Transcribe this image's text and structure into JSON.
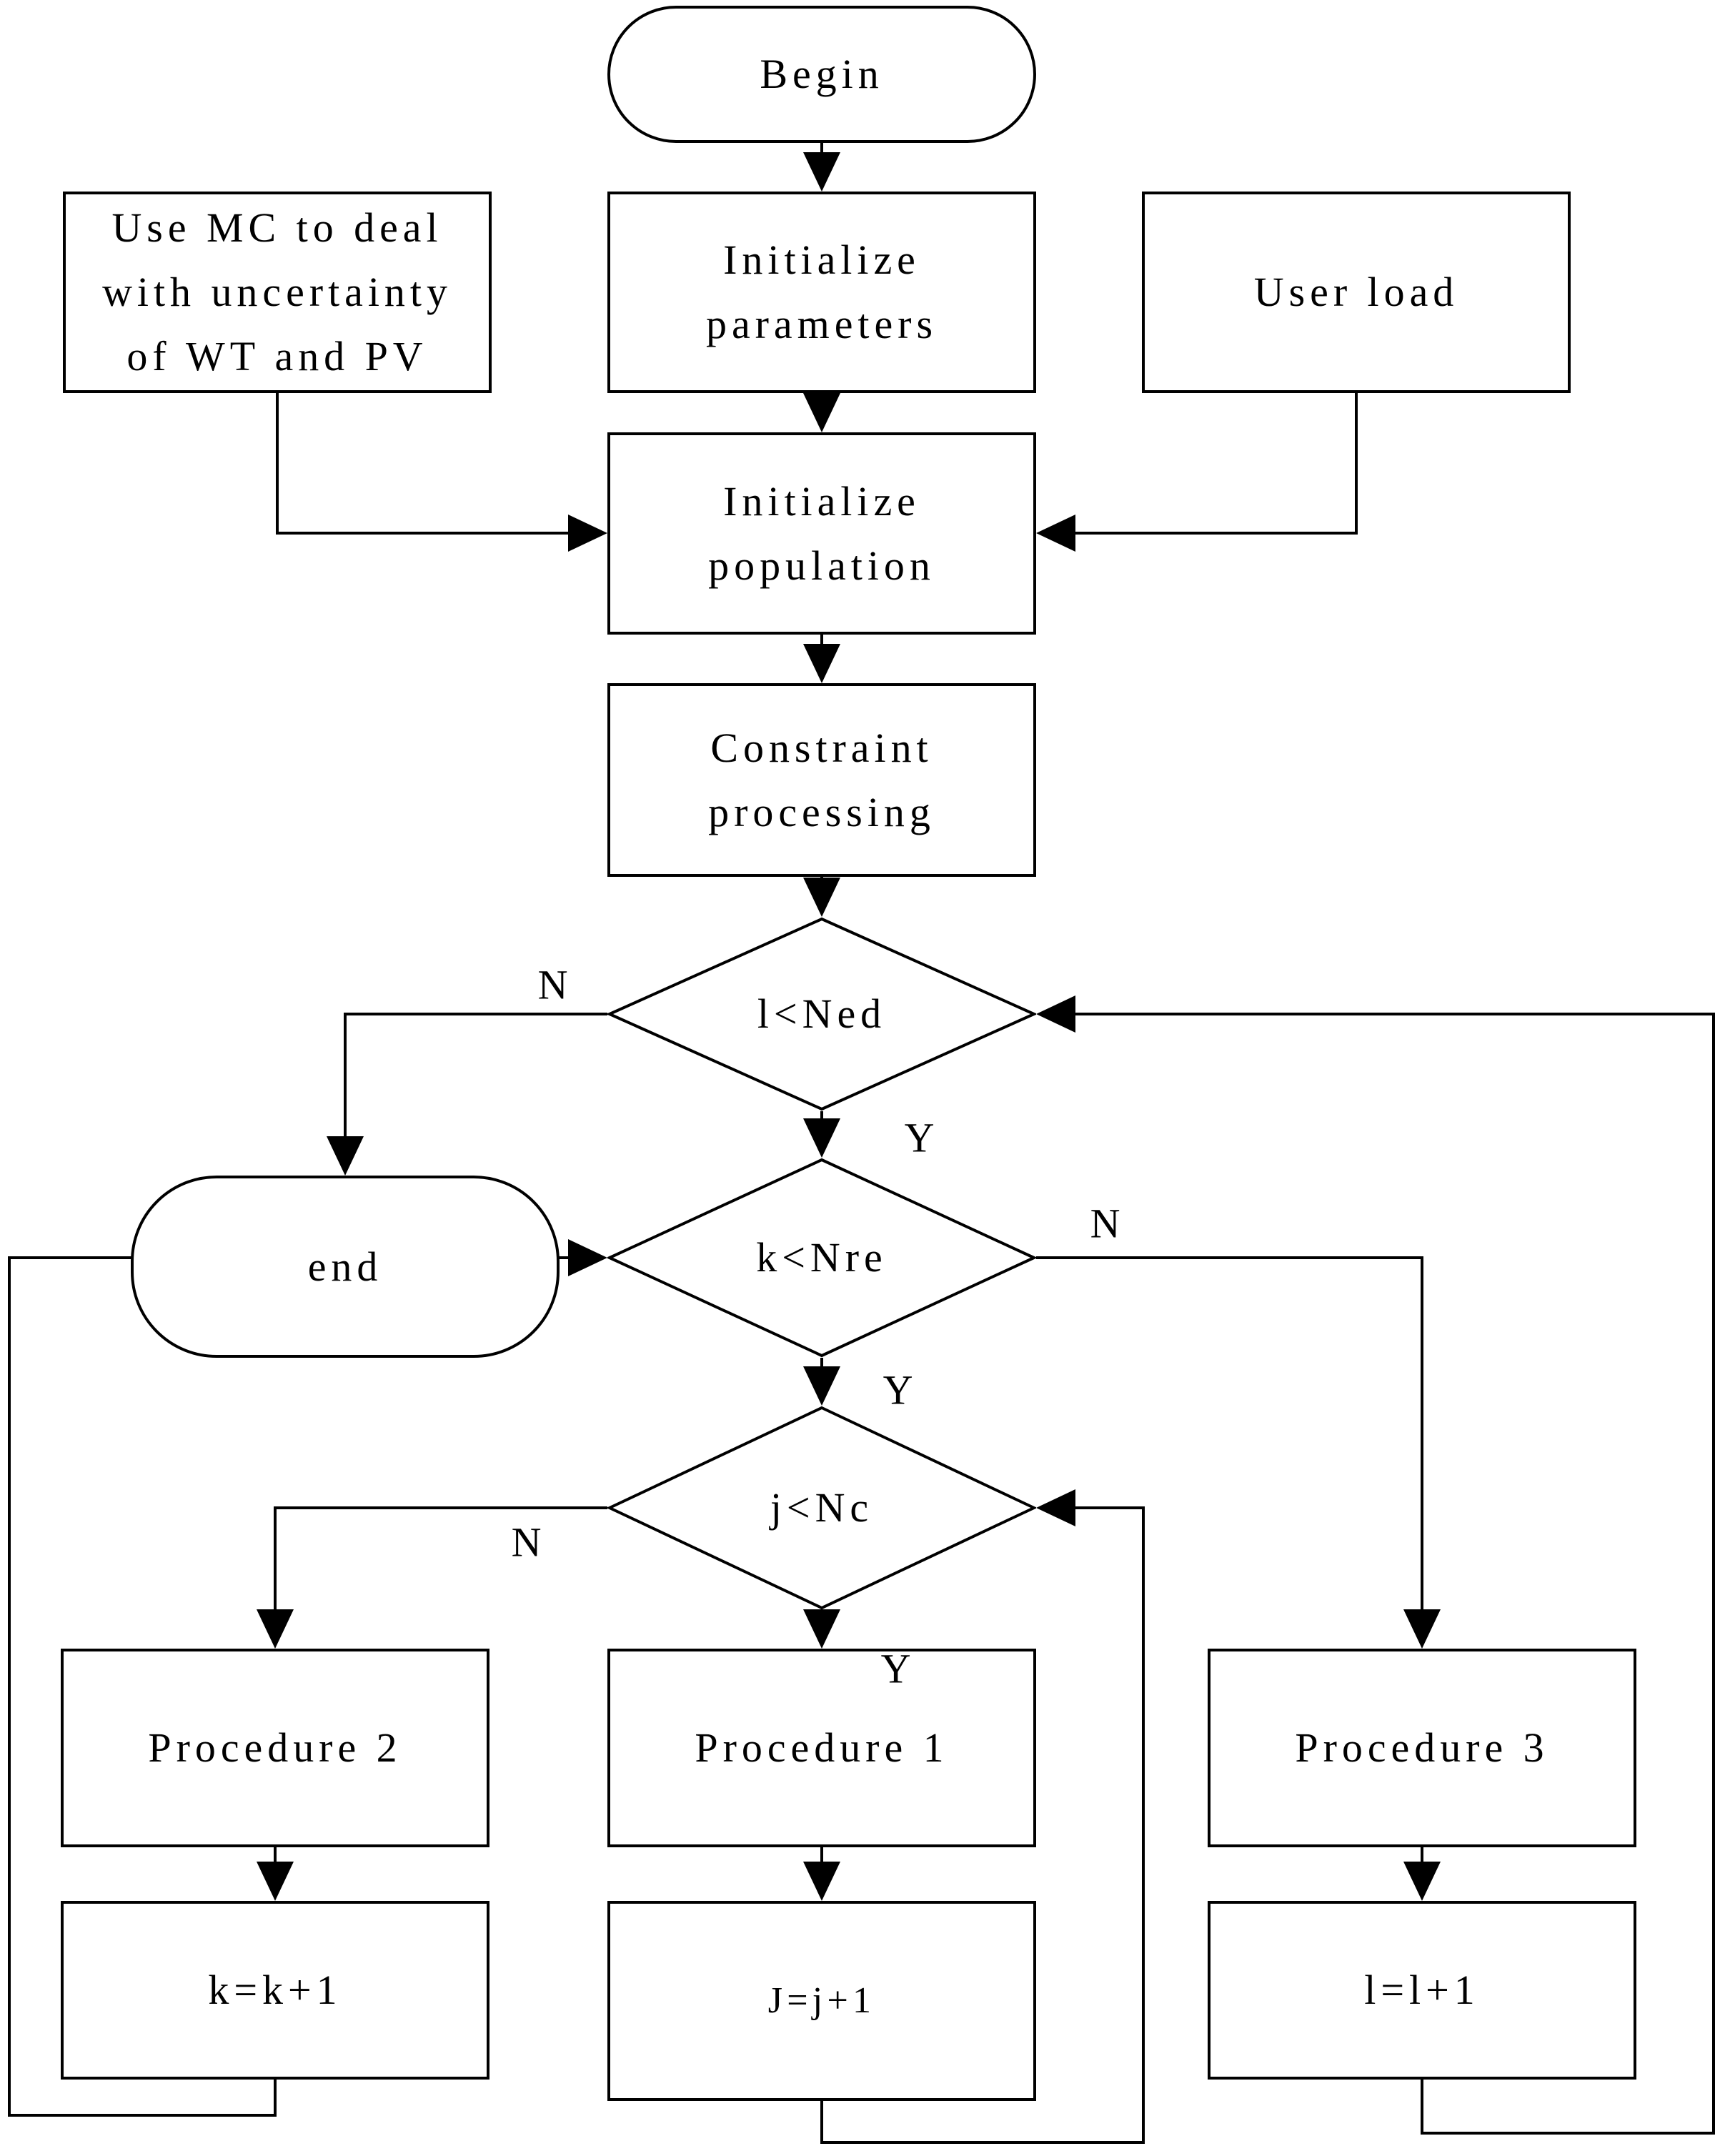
{
  "diagram": {
    "type": "flowchart",
    "background_color": "#ffffff",
    "line_color": "#000000",
    "text_color": "#000000"
  },
  "nodes": {
    "begin": {
      "label": "Begin",
      "shape": "terminator"
    },
    "use_mc": {
      "label": "Use MC to deal with uncertainty of WT and PV",
      "shape": "process"
    },
    "init_params": {
      "label": "Initialize parameters",
      "shape": "process"
    },
    "user_load": {
      "label": "User load",
      "shape": "process"
    },
    "init_pop": {
      "label": "Initialize population",
      "shape": "process"
    },
    "constraint": {
      "label": "Constraint processing",
      "shape": "process"
    },
    "d_ned": {
      "label": "l<Ned",
      "shape": "decision"
    },
    "end": {
      "label": "end",
      "shape": "terminator"
    },
    "d_nre": {
      "label": "k<Nre",
      "shape": "decision"
    },
    "d_nc": {
      "label": "j<Nc",
      "shape": "decision"
    },
    "proc2": {
      "label": "Procedure 2",
      "shape": "process"
    },
    "proc1": {
      "label": "Procedure 1",
      "shape": "process"
    },
    "proc3": {
      "label": "Procedure 3",
      "shape": "process"
    },
    "k_inc": {
      "label": "k=k+1",
      "shape": "process"
    },
    "j_inc": {
      "label": "J=j+1",
      "shape": "process"
    },
    "l_inc": {
      "label": "l=l+1",
      "shape": "process"
    }
  },
  "edge_labels": {
    "ned_no": "N",
    "ned_yes": "Y",
    "nre_no": "N",
    "nre_yes": "Y",
    "nc_no": "N",
    "nc_yes": "Y"
  }
}
